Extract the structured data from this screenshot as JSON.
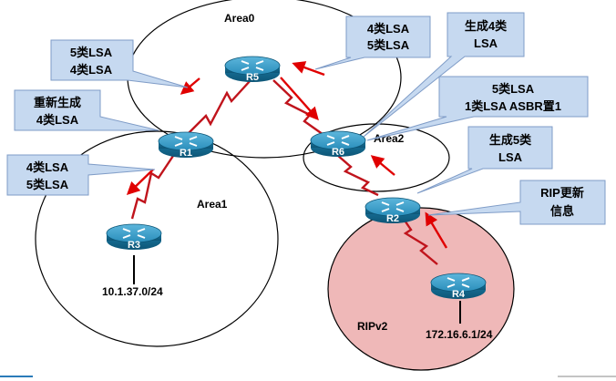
{
  "areas": {
    "area0": "Area0",
    "area1": "Area1",
    "area2": "Area2",
    "rip": "RIPv2"
  },
  "routers": {
    "r1": "R1",
    "r2": "R2",
    "r3": "R3",
    "r4": "R4",
    "r5": "R5",
    "r6": "R6"
  },
  "networks": {
    "r3_net": "10.1.37.0/24",
    "r4_net": "172.16.6.1/24"
  },
  "callouts": {
    "r5_right": [
      "4类LSA",
      "5类LSA"
    ],
    "r6_gen4": [
      "生成4类",
      "LSA"
    ],
    "r5_left": [
      "5类LSA",
      "4类LSA"
    ],
    "r1_regen": [
      "重新生成",
      "4类LSA"
    ],
    "r6_lsa": [
      "5类LSA",
      "1类LSA  ASBR置1"
    ],
    "r1_lower": [
      "4类LSA",
      "5类LSA"
    ],
    "r2_gen5": [
      "生成5类",
      "LSA"
    ],
    "r2_rip": [
      "RIP更新",
      "信息"
    ]
  },
  "colors": {
    "callout_fill": "#c6d9f0",
    "callout_stroke": "#7f9cc7",
    "router_body": "#1e7fa8",
    "arrow": "#e00000",
    "link": "#c0141c",
    "rip_area_fill": "#efb8b8"
  }
}
